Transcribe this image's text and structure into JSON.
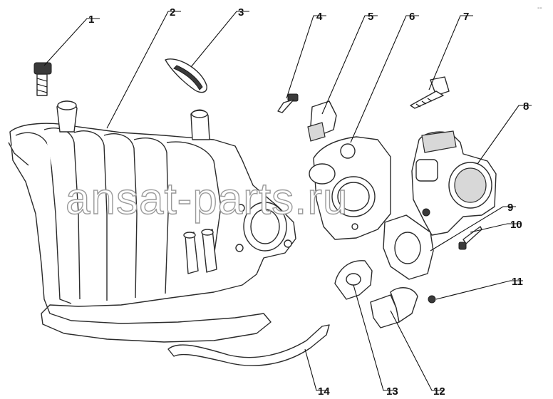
{
  "diagram": {
    "watermark": "ansat-parts.ru",
    "corner_mark": "--",
    "callouts": [
      {
        "id": "c1",
        "label": "1"
      },
      {
        "id": "c2",
        "label": "2"
      },
      {
        "id": "c3",
        "label": "3"
      },
      {
        "id": "c4",
        "label": "4"
      },
      {
        "id": "c5",
        "label": "5"
      },
      {
        "id": "c6",
        "label": "6"
      },
      {
        "id": "c7",
        "label": "7"
      },
      {
        "id": "c8",
        "label": "8"
      },
      {
        "id": "c9",
        "label": "9"
      },
      {
        "id": "c10",
        "label": "10"
      },
      {
        "id": "c11",
        "label": "11"
      },
      {
        "id": "c12",
        "label": "12"
      },
      {
        "id": "c13",
        "label": "13"
      },
      {
        "id": "c14",
        "label": "14"
      }
    ]
  }
}
